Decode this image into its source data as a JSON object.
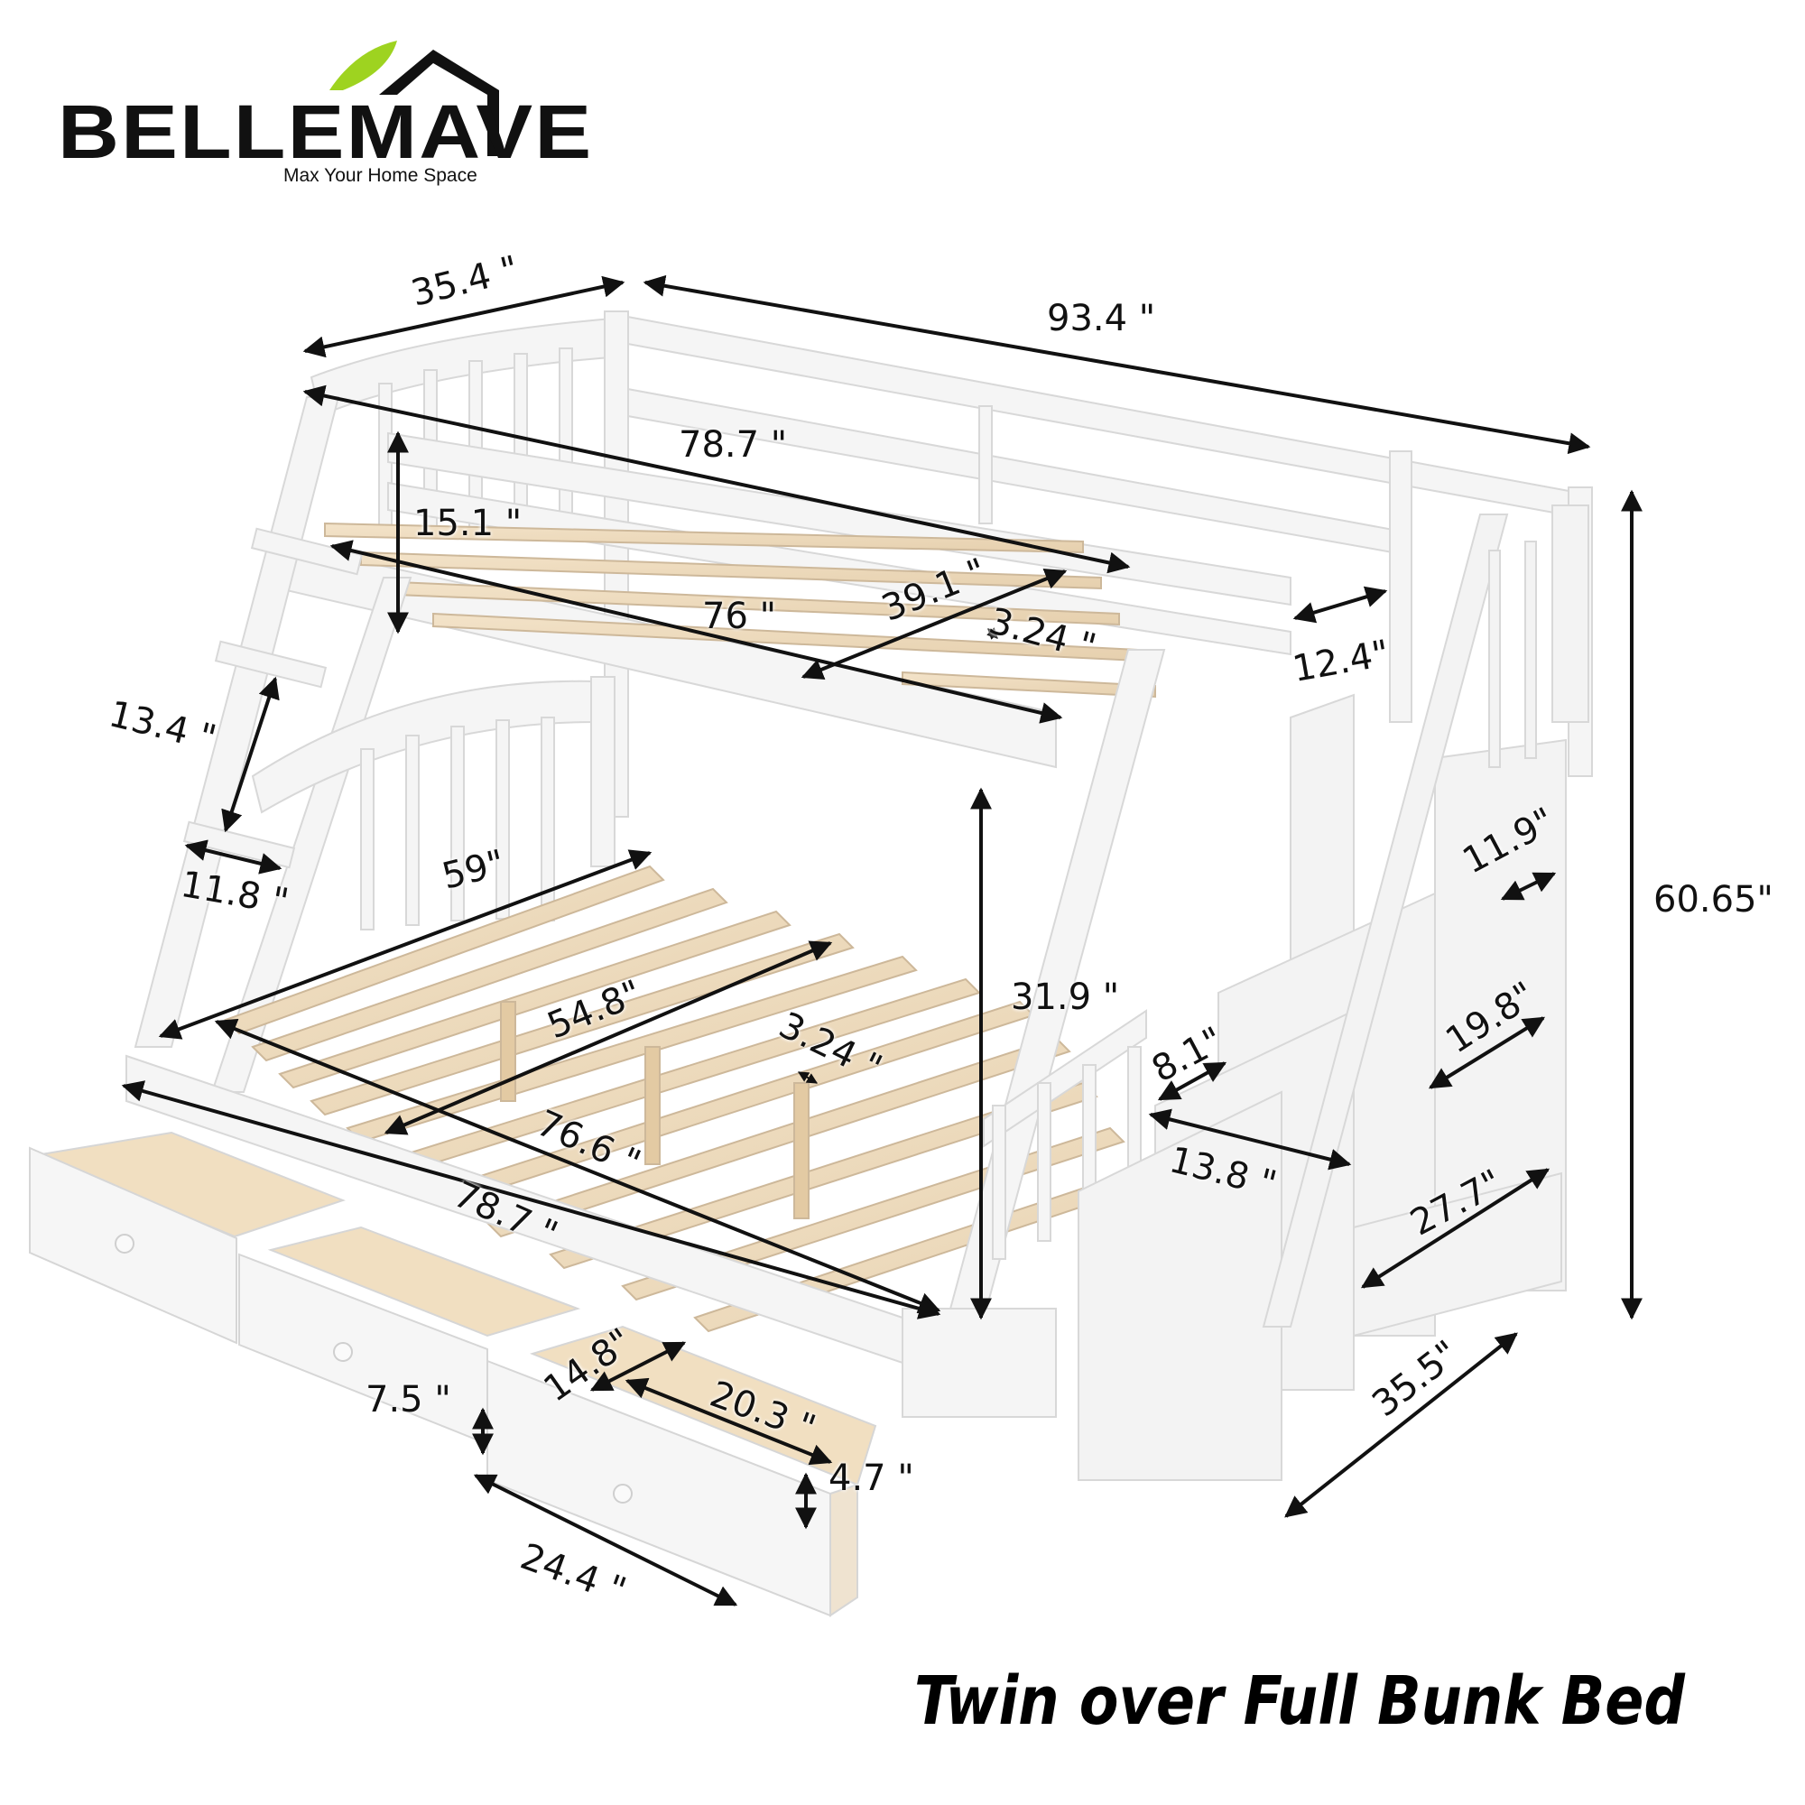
{
  "brand": {
    "name": "BELLEMAVE",
    "tagline": "Max Your Home Space",
    "leaf_color": "#9ed320",
    "roof_color": "#111111"
  },
  "title": "Twin over Full Bunk Bed",
  "colors": {
    "frame": "#f4f4f4",
    "frame_edge": "#d9d9d9",
    "slat": "#ecdcc4",
    "slat_edge": "#cdb89a",
    "drawer_inside": "#f1dfc1",
    "arrow": "#111111"
  },
  "dimensions": {
    "overall_width_top": "35.4 \"",
    "overall_length": "93.4 \"",
    "top_bunk_length": "78.7 \"",
    "top_guardrail_height": "15.1 \"",
    "top_slat_length_span": "76 \"",
    "top_bunk_width": "39.1 \"",
    "top_slat_gap": "3.24 \"",
    "top_stair_gap": "12.4\"",
    "ladder_rung_spacing": "13.4 \"",
    "ladder_width": "11.8 \"",
    "lower_bunk_width": "59\"",
    "overall_height": "60.65\"",
    "stair_step_upper_depth": "11.9\"",
    "lower_clearance": "31.9 \"",
    "stair_step_rise": "8.1\"",
    "stair_step_mid_depth": "19.8\"",
    "lower_slat_length": "54.8\"",
    "lower_slat_gap": "3.24 \"",
    "lower_inner_length": "76.6 \"",
    "stair_step_width": "13.8 \"",
    "stair_step_lower_depth": "27.7\"",
    "lower_bunk_length": "78.7 \"",
    "drawer_inner_width": "14.8\"",
    "drawer_height": "7.5 \"",
    "drawer_inner_depth": "20.3 \"",
    "drawer_inner_height": "4.7 \"",
    "stair_base_depth": "35.5\"",
    "drawer_front_width": "24.4 \""
  }
}
